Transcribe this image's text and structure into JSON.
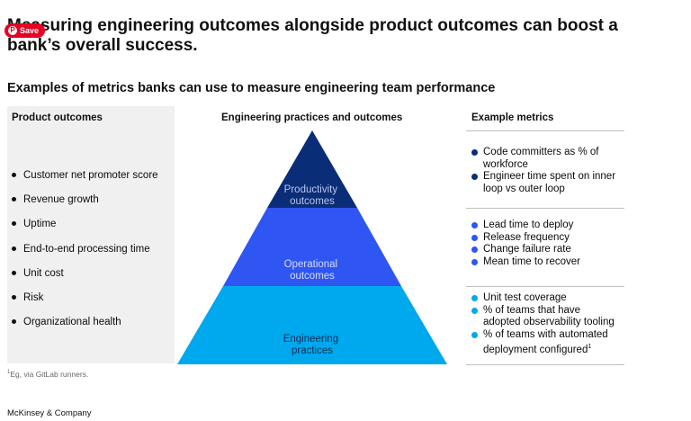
{
  "title": "Measuring engineering outcomes alongside product outcomes can boost a bank’s overall success.",
  "save_button": {
    "label": "Save",
    "icon": "pinterest-icon"
  },
  "subtitle": "Examples of metrics banks can use to measure engineering team performance",
  "columns": {
    "product": "Product outcomes",
    "engineering": "Engineering practices and outcomes",
    "metrics": "Example metrics"
  },
  "product_outcomes": [
    "Customer net promoter score",
    "Revenue growth",
    "Uptime",
    "End-to-end processing time",
    "Unit cost",
    "Risk",
    "Organizational health"
  ],
  "pyramid": [
    {
      "label": "Productivity\noutcomes",
      "color": "#0a2d78",
      "text_color": "#b9c6ea"
    },
    {
      "label": "Operational\noutcomes",
      "color": "#2f55f3",
      "text_color": "#d5defd"
    },
    {
      "label": "Engineering\npractices",
      "color": "#00a8ee",
      "text_color": "#0f2e57"
    }
  ],
  "metrics": [
    {
      "color": "#0a2d78",
      "items": [
        "Code committers as % of\nworkforce",
        "Engineer time spent on inner\nloop vs outer loop"
      ]
    },
    {
      "color": "#2f55f3",
      "items": [
        "Lead time to deploy",
        "Release frequency",
        "Change failure rate",
        "Mean time to recover"
      ]
    },
    {
      "color": "#00a8ee",
      "items": [
        "Unit test coverage",
        "% of teams that have\nadopted observability tooling",
        "% of teams with automated\ndeployment configured"
      ],
      "last_item_superscript": "1"
    }
  ],
  "footnote": {
    "marker": "1",
    "text": "Eg, via GitLab runners."
  },
  "brand": "McKinsey & Company"
}
